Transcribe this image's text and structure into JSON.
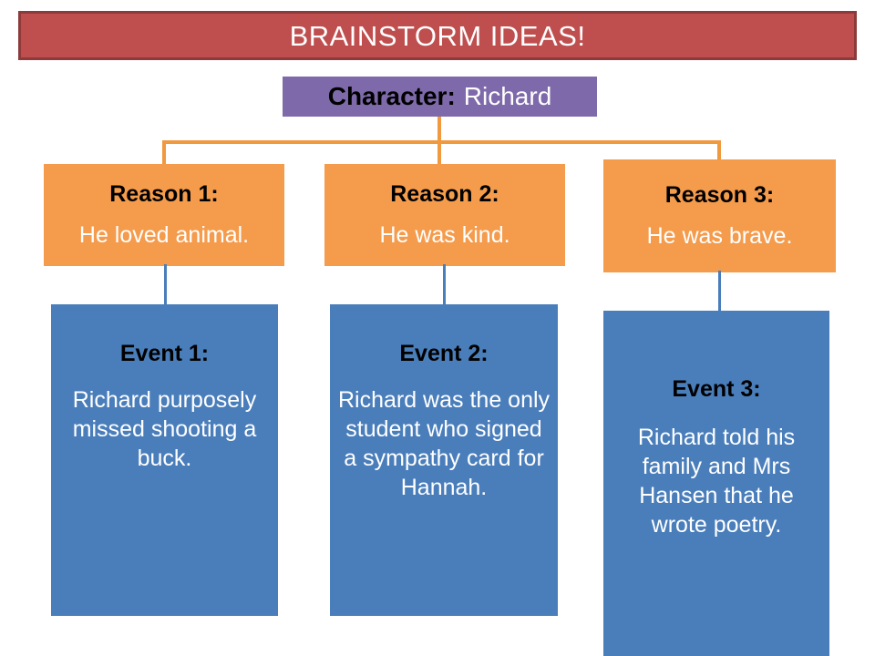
{
  "title": {
    "text": "BRAINSTORM IDEAS!"
  },
  "character": {
    "label": "Character:",
    "value": "Richard"
  },
  "reasons": [
    {
      "title": "Reason 1:",
      "text": "He loved animal."
    },
    {
      "title": "Reason 2:",
      "text": "He was kind."
    },
    {
      "title": "Reason 3:",
      "text": "He was brave."
    }
  ],
  "events": [
    {
      "title": "Event 1:",
      "text": "Richard purposely missed shooting a buck."
    },
    {
      "title": "Event 2:",
      "text": "Richard was the only student who signed a sympathy card for Hannah."
    },
    {
      "title": "Event 3:",
      "text": "Richard told his family and Mrs Hansen that he wrote poetry."
    }
  ],
  "colors": {
    "title_fill": "#bf4f4f",
    "title_border": "#8e3a3a",
    "character_fill": "#7e6aaa",
    "reason_fill": "#f59b4c",
    "event_fill": "#4a7ebb",
    "connector_orange": "#f0993f",
    "connector_blue": "#4a7ebb",
    "background": "#ffffff"
  }
}
